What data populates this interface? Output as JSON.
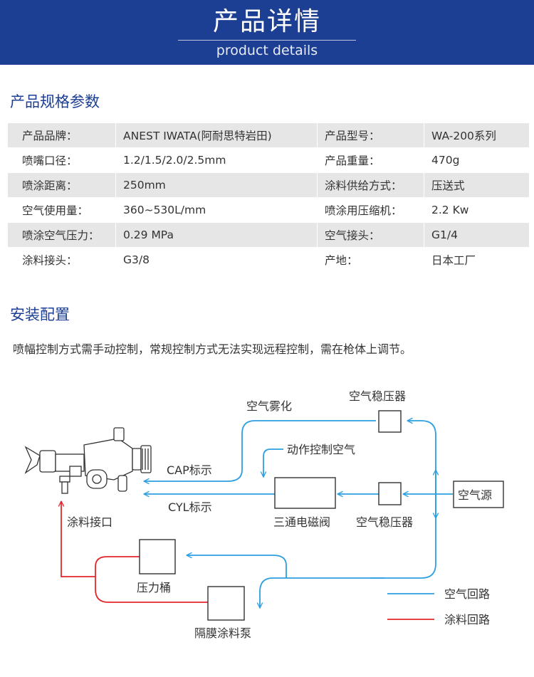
{
  "header": {
    "title": "产品详情",
    "subtitle": "product details"
  },
  "spec": {
    "title": "产品规格参数",
    "rows": [
      [
        "产品品牌：",
        "ANEST IWATA(阿耐思特岩田)",
        "产品型号：",
        "WA-200系列"
      ],
      [
        "喷嘴口径：",
        "1.2/1.5/2.0/2.5mm",
        "产品重量：",
        "470g"
      ],
      [
        "喷涂距离：",
        "250mm",
        "涂料供给方式：",
        "压送式"
      ],
      [
        "空气使用量：",
        "360~530L/mm",
        "喷涂用压缩机：",
        "2.2 Kw"
      ],
      [
        "喷涂空气压力：",
        "0.29 MPa",
        "空气接头：",
        "G1/4"
      ],
      [
        "涂料接头：",
        "G3/8",
        "产地：",
        "日本工厂"
      ]
    ]
  },
  "install": {
    "title": "安装配置",
    "note": "喷幅控制方式需手动控制，常规控制方式无法实现远程控制，需在枪体上调节。"
  },
  "diagram": {
    "air_regulator_top": "空气稳压器",
    "air_atomize": "空气雾化",
    "action_control_air": "动作控制空气",
    "cap_label": "CAP标示",
    "cyl_label": "CYL标示",
    "air_source": "空气源",
    "solenoid_valve": "三通电磁阀",
    "air_regulator_mid": "空气稳压器",
    "paint_inlet": "涂料接口",
    "pressure_tank": "压力桶",
    "diaphragm_pump": "隔膜涂料泵",
    "legend_air": "空气回路",
    "legend_paint": "涂料回路",
    "colors": {
      "air_line": "#2d9fe0",
      "paint_line": "#e4262c",
      "box_stroke": "#333333",
      "header_bg": "#1c3f94"
    }
  }
}
